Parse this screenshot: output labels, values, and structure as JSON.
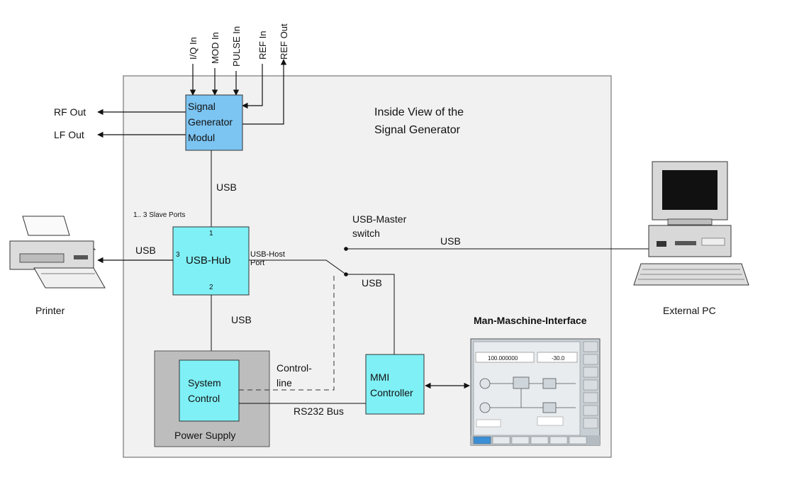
{
  "title": {
    "line1": "Inside View of the",
    "line2": "Signal Generator"
  },
  "inputs": {
    "iq_in": "I/Q In",
    "mod_in": "MOD In",
    "pulse_in": "PULSE In",
    "ref_in": "REF In",
    "ref_out": "REF Out"
  },
  "outputs": {
    "rf_out": "RF Out",
    "lf_out": "LF Out"
  },
  "signal_module": {
    "line1": "Signal",
    "line2": "Generator",
    "line3": "Modul"
  },
  "usb_hub": {
    "label": "USB-Hub",
    "port1": "1",
    "port2": "2",
    "port3": "3",
    "slave_ports": "1.. 3 Slave Ports",
    "host_port_line1": "USB-Host",
    "host_port_line2": "Port"
  },
  "connections": {
    "usb_top": "USB",
    "usb_printer": "USB",
    "usb_bottom": "USB",
    "usb_mmi": "USB",
    "usb_pc": "USB",
    "master_switch_line1": "USB-Master",
    "master_switch_line2": "switch",
    "control_line1": "Control-",
    "control_line2": "line",
    "rs232": "RS232 Bus"
  },
  "power_supply": {
    "label": "Power Supply",
    "system_control_line1": "System",
    "system_control_line2": "Control"
  },
  "mmi_controller": {
    "line1": "MMI",
    "line2": "Controller"
  },
  "mmi_panel": {
    "title": "Man-Maschine-Interface",
    "freq_value": "100.000000",
    "level_value": "-30.0"
  },
  "printer": {
    "label": "Printer"
  },
  "external_pc": {
    "label": "External PC"
  },
  "colors": {
    "enclosure_fill": "#f1f1f1",
    "enclosure_stroke": "#777777",
    "signal_module_fill": "#7cc4f2",
    "cyan_box_fill": "#7ff0f5",
    "power_supply_fill": "#bdbdbd"
  }
}
